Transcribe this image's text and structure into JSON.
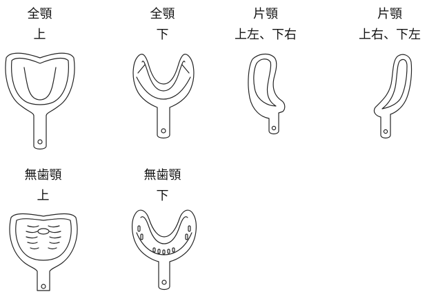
{
  "trays": [
    {
      "id": "full-upper",
      "line1": "全顎",
      "line2": "上"
    },
    {
      "id": "full-lower",
      "line1": "全顎",
      "line2": "下"
    },
    {
      "id": "partial-a",
      "line1": "片顎",
      "line2": "上左、下右"
    },
    {
      "id": "partial-b",
      "line1": "片顎",
      "line2": "上右、下左"
    },
    {
      "id": "edentulous-upper",
      "line1": "無歯顎",
      "line2": "上"
    },
    {
      "id": "edentulous-lower",
      "line1": "無歯顎",
      "line2": "下"
    }
  ]
}
